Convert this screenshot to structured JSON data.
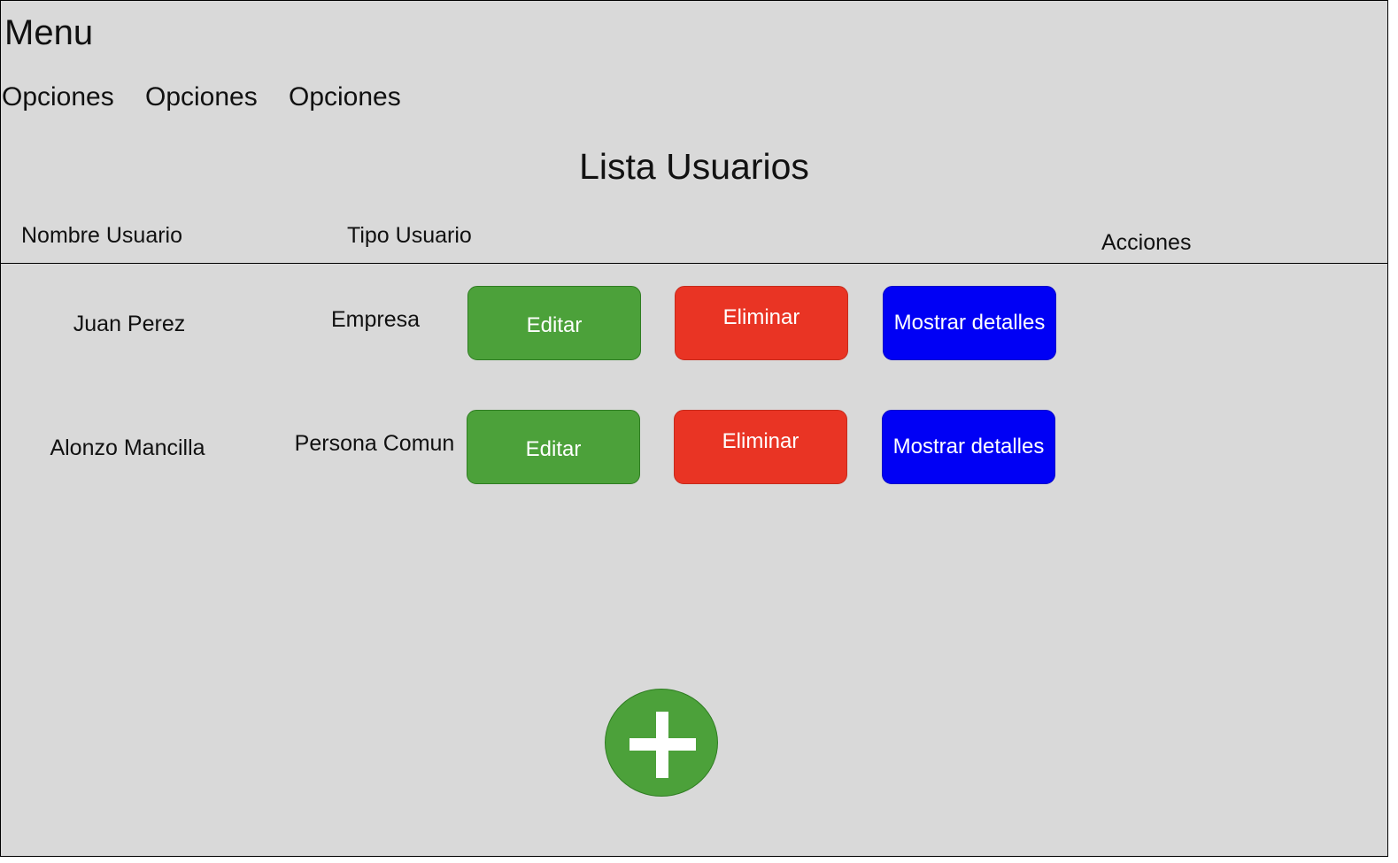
{
  "menu": {
    "title": "Menu",
    "options": [
      "Opciones",
      "Opciones",
      "Opciones"
    ]
  },
  "page": {
    "title": "Lista Usuarios"
  },
  "table": {
    "headers": {
      "name": "Nombre Usuario",
      "type": "Tipo Usuario",
      "actions": "Acciones"
    },
    "rows": [
      {
        "name": "Juan Perez",
        "type": "Empresa",
        "edit_label": "Editar",
        "delete_label": "Eliminar",
        "details_label": "Mostrar detalles"
      },
      {
        "name": "Alonzo Mancilla",
        "type": "Persona Comun",
        "edit_label": "Editar",
        "delete_label": "Eliminar",
        "details_label": "Mostrar detalles"
      }
    ]
  },
  "add_button": {
    "icon": "plus-icon"
  },
  "colors": {
    "background": "#d9d9d9",
    "edit": "#4ca13a",
    "delete": "#e93424",
    "details": "#0000f5",
    "add": "#4ca13a"
  }
}
